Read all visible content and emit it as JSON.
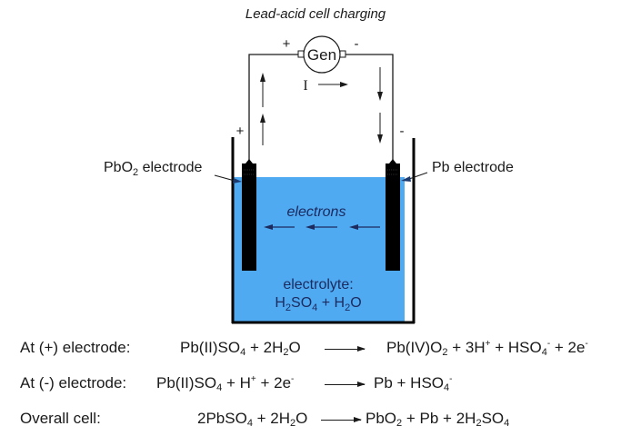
{
  "title": "Lead-acid cell charging",
  "generator": {
    "label": "Gen",
    "positive_terminal": "+",
    "negative_terminal": "-"
  },
  "current_label": "I",
  "electrode_polarity": {
    "left": "+",
    "right": "-"
  },
  "electrodes": {
    "left_label": "PbO",
    "left_label_sub": "2",
    "left_label_suffix": " electrode",
    "right_label": "Pb electrode"
  },
  "electrons_label": "electrons",
  "electrolyte": {
    "label": "electrolyte:",
    "formula": [
      "H",
      "2",
      "SO",
      "4",
      " + H",
      "2",
      "O"
    ]
  },
  "colors": {
    "electrolyte": "#4faaf2",
    "electrolyte_text": "#1c2a5e",
    "electrode": "#000000",
    "wire": "#1a1a1a"
  },
  "reactions": [
    {
      "label": "At (+) electrode:",
      "reactants": "Pb(II)SO4 + 2H2O",
      "products": "Pb(IV)O2 + 3H+ + HSO4- + 2e-"
    },
    {
      "label": "At (-) electrode:",
      "reactants": "Pb(II)SO4 + H+ + 2e-",
      "products": "Pb + HSO4-"
    },
    {
      "label": "Overall cell:",
      "reactants": "2PbSO4 + 2H2O",
      "products": "PbO2 + Pb + 2H2SO4"
    }
  ]
}
